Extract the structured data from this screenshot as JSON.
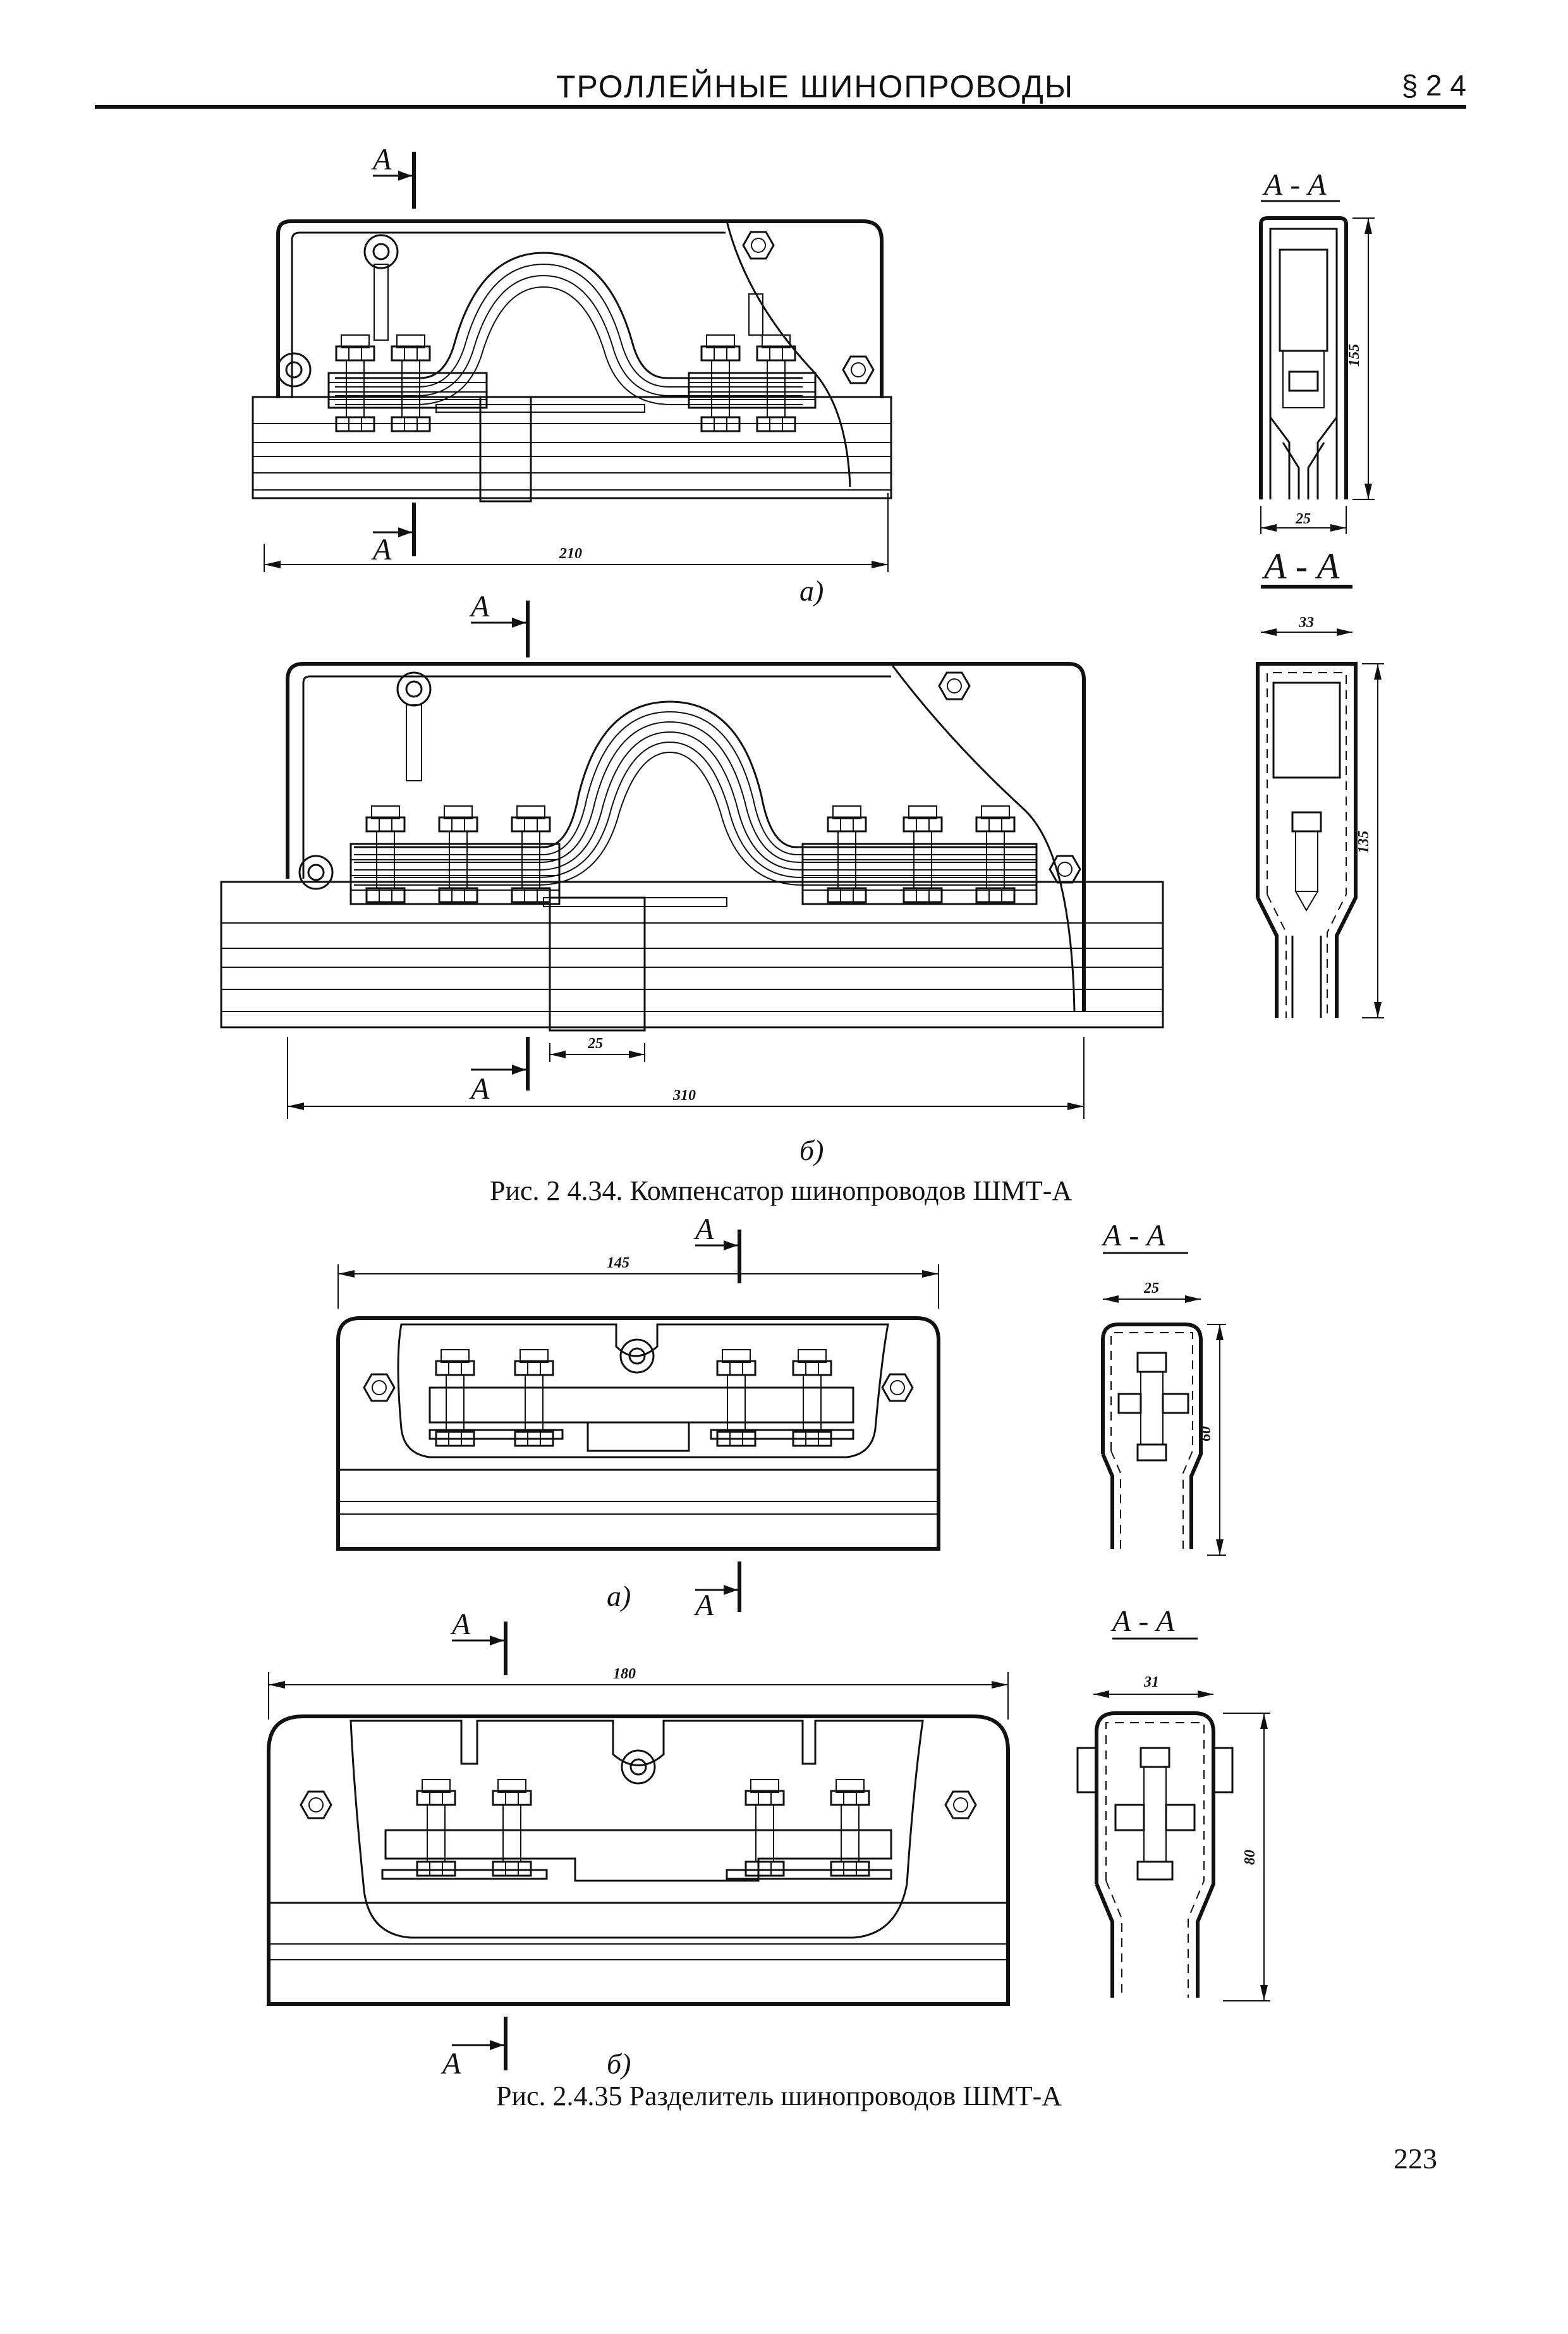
{
  "header": {
    "title": "ТРОЛЛЕЙНЫЕ ШИНОПРОВОДЫ",
    "section": "§ 2 4"
  },
  "fig1": {
    "caption": "Рис. 2 4.34. Компенсатор шинопроводов ШМТ-А",
    "a": {
      "sub": "а)",
      "dim_length": "210",
      "section_label": "А - А",
      "dim_height": "155",
      "dim_width": "25",
      "cut": "А"
    },
    "b": {
      "sub": "б)",
      "dim_length": "310",
      "dim_gap": "25",
      "section_label": "А - А",
      "dim_height": "135",
      "dim_width": "33",
      "cut": "А"
    }
  },
  "fig2": {
    "caption": "Рис. 2.4.35 Разделитель шинопроводов ШМТ-А",
    "a": {
      "sub": "а)",
      "dim_length": "145",
      "section_label": "А - А",
      "dim_height": "60",
      "dim_width": "25",
      "cut": "А"
    },
    "b": {
      "sub": "б)",
      "dim_length": "180",
      "section_label": "А - А",
      "dim_height": "80",
      "dim_width": "31",
      "cut": "А"
    }
  },
  "page_number": "223"
}
